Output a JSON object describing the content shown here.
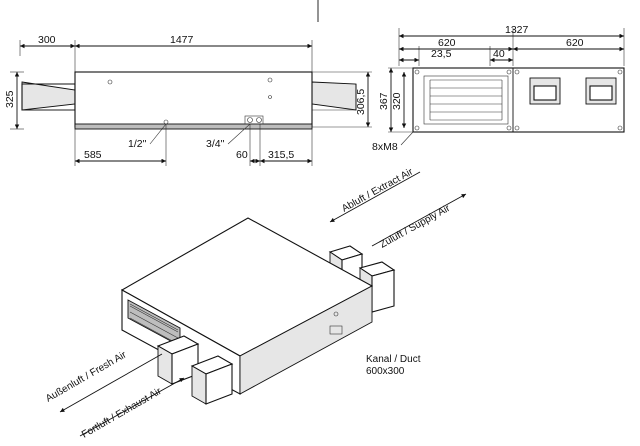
{
  "dimensions": {
    "side_left_duct": "300",
    "side_length": "1477",
    "side_height": "325",
    "side_body_height": "306,5",
    "drain_pipe": "1/2\"",
    "water_pipe": "3/4\"",
    "side_offset_a": "585",
    "side_offset_b": "60",
    "side_offset_c": "315,5",
    "top_total": "1327",
    "top_left": "620",
    "top_right": "620",
    "top_gap_a": "23,5",
    "top_gap_b": "40",
    "top_height_a": "367",
    "top_height_b": "320",
    "mounting": "8xM8"
  },
  "flows": {
    "extract": "Abluft / Extract Air",
    "supply": "Zuluft / Supply Air",
    "fresh": "Außenluft / Fresh Air",
    "exhaust": "Fortluft / Exhaust Air"
  },
  "duct": {
    "title": "Kanal / Duct",
    "size": "600x300"
  }
}
